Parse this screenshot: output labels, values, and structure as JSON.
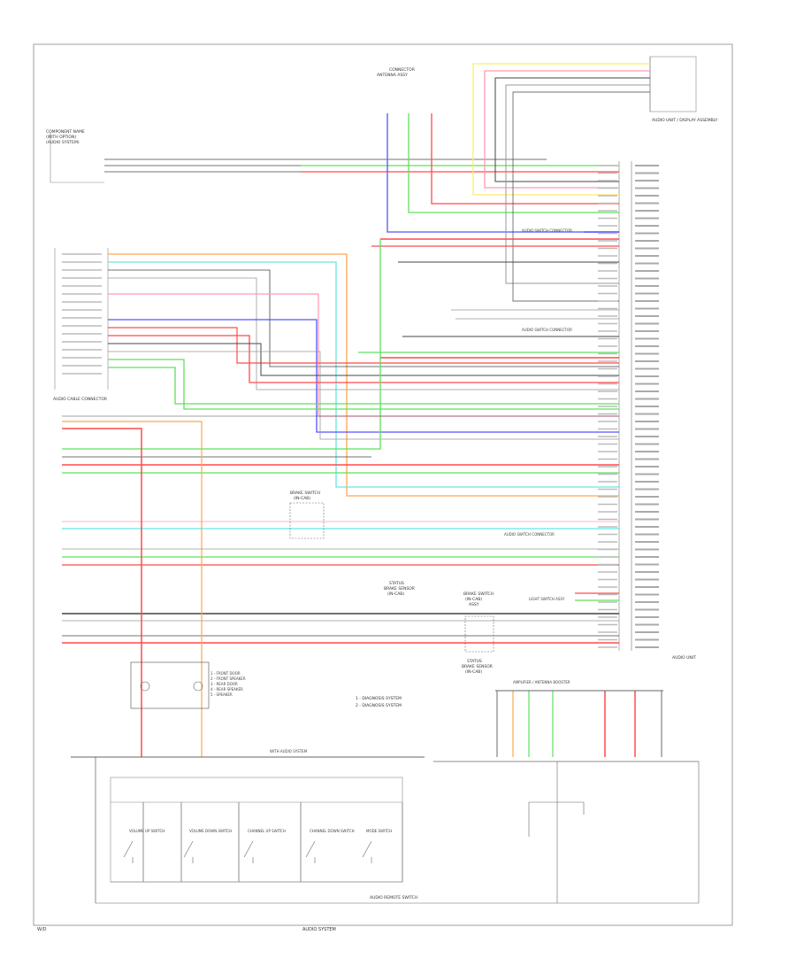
{
  "footer": {
    "left_code": "W/D",
    "center_title": "AUDIO SYSTEM"
  },
  "components": {
    "top_left_module": [
      "COMPONENT NAME",
      "(WITH OPTION)",
      "(AUDIO SYSTEM)"
    ],
    "top_center_connector": [
      "CONNECTOR",
      "ANTENNA ASSY"
    ],
    "top_right_module": "AUDIO UNIT / DISPLAY ASSEMBLY",
    "left_connector": "AUDIO CABLE CONNECTOR",
    "center_switch": [
      "BRAKE SWITCH",
      "(IN-CAB)"
    ],
    "lower_switch_a": [
      "STATUS",
      "BRAKE SENSOR",
      "(IN-CAB)"
    ],
    "lower_switch_b": [
      "BRAKE SWITCH",
      "(IN-CAB)",
      "ASSY"
    ],
    "lower_switch_c": [
      "STATUS",
      "BRAKE SENSOR",
      "(IN-CAB)"
    ],
    "right_label_1": "AUDIO SWITCH CONNECTOR",
    "right_label_2": "AUDIO SWITCH CONNECTOR",
    "right_label_3": "AUDIO SWITCH CONNECTOR",
    "right_label_4": "LIGHT SWITCH ASSY",
    "audio_unit": "AUDIO UNIT",
    "speaker_block": [
      "1 - FRONT DOOR",
      "2 - FRONT SPEAKER",
      "3 - REAR DOOR",
      "4 - REAR SPEAKER",
      "5 - SPEAKER"
    ],
    "legend": [
      "1 - DIAGNOSIS SYSTEM",
      "2 - DIAGNOSIS SYSTEM"
    ],
    "bottom_switch_panel": "AUDIO REMOTE SWITCH",
    "switches": [
      "VOLUME UP SWITCH",
      "VOLUME DOWN SWITCH",
      "CHANNEL UP SWITCH",
      "CHANNEL DOWN SWITCH",
      "MODE SWITCH"
    ],
    "ground_label": "WITH AUDIO SYSTEM",
    "amp_label": "AMPLIFIER / ANTENNA BOOSTER"
  },
  "colors": {
    "red": "#ff4a4a",
    "green": "#5ee05e",
    "blue": "#5555ff",
    "orange": "#ffa64d",
    "cyan": "#66e6e6",
    "yellow": "#ffee66",
    "black": "#444444",
    "grey": "#999999",
    "pink": "#ff9ab0",
    "light_grey": "#bbbbbb"
  }
}
